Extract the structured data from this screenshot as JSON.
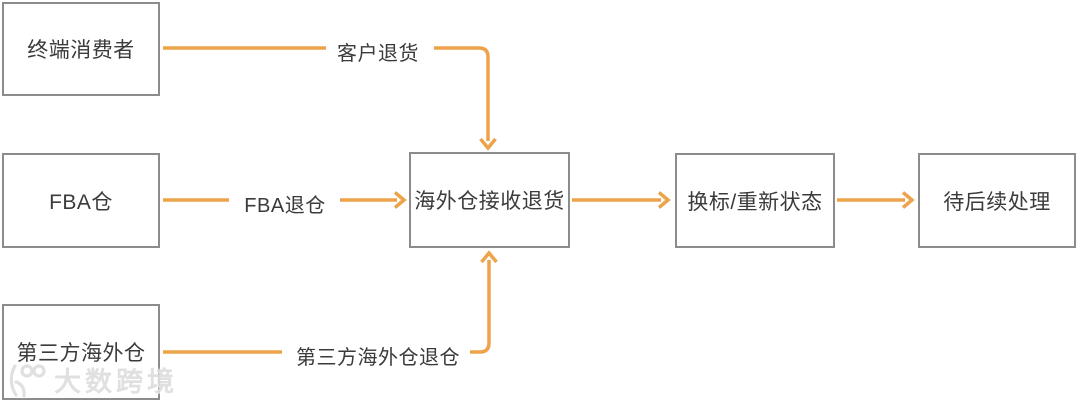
{
  "colors": {
    "arrow_orange": "#EEA34B",
    "node_border_gray": "#8C8C8C",
    "text_dark": "#3B3B3B",
    "watermark_gray": "#DEDEDE"
  },
  "diagram": {
    "nodes": [
      {
        "id": "consumer",
        "label": "终端消费者"
      },
      {
        "id": "fba",
        "label": "FBA仓"
      },
      {
        "id": "third-party",
        "label": "第三方海外仓"
      },
      {
        "id": "receive",
        "label": "海外仓接收退货"
      },
      {
        "id": "relabel",
        "label": "换标/重新状态"
      },
      {
        "id": "pending",
        "label": "待后续处理"
      }
    ],
    "edges": [
      {
        "id": "customer-return",
        "label": "客户退货",
        "from": "consumer",
        "to": "receive"
      },
      {
        "id": "fba-return",
        "label": "FBA退仓",
        "from": "fba",
        "to": "receive"
      },
      {
        "id": "third-party-return",
        "label": "第三方海外仓退仓",
        "from": "third-party",
        "to": "receive"
      },
      {
        "id": "receive-to-relabel",
        "label": "",
        "from": "receive",
        "to": "relabel"
      },
      {
        "id": "relabel-to-pending",
        "label": "",
        "from": "relabel",
        "to": "pending"
      }
    ]
  },
  "watermark": {
    "brand": "大数跨境"
  }
}
